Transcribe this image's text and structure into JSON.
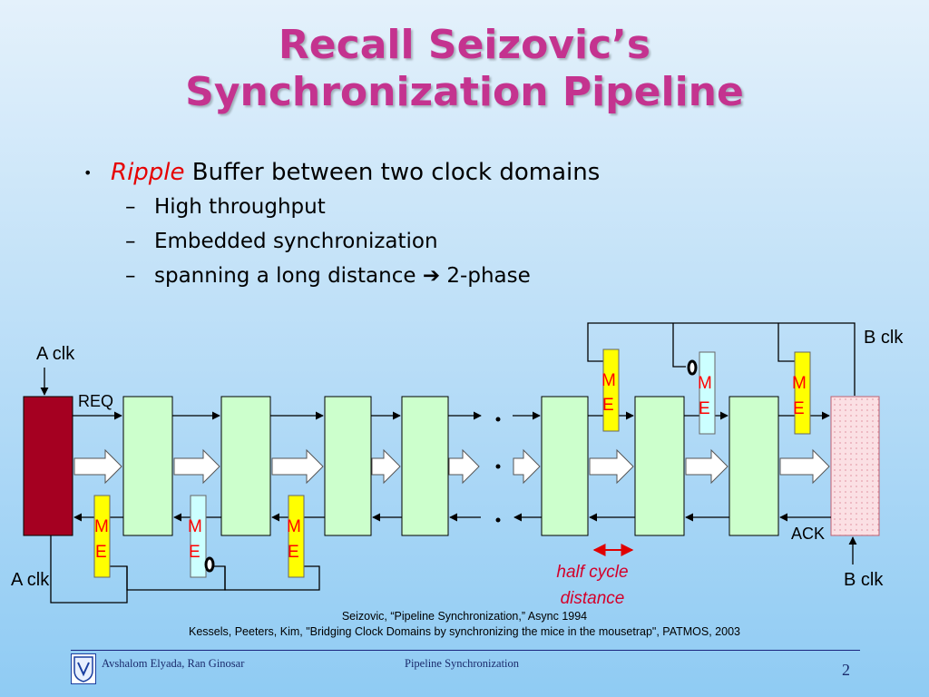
{
  "title_line1": "Recall Seizovic’s",
  "title_line2": "Synchronization Pipeline",
  "bullet": {
    "marker": "•",
    "italic": "Ripple",
    "rest": " Buffer between two clock domains"
  },
  "subbullets": [
    "High throughput",
    "Embedded synchronization",
    "spanning a long distance ➔ 2-phase"
  ],
  "sub_marker": "–",
  "diagram": {
    "a_clk_top": "A clk",
    "req": "REQ",
    "b_clk_top": "B clk",
    "ack": "ACK",
    "a_clk_bottom": "A clk",
    "b_clk_bottom": "B clk",
    "me_top_line": "M",
    "me_bottom_line": "E",
    "half_cycle_1": "half cycle",
    "half_cycle_2": "distance",
    "colors": {
      "sender": "#a50021",
      "receiver": "#fbe0e4",
      "stage": "#ccffcc",
      "mutex": "#ffff00",
      "mutex_alt": "#ccffff"
    }
  },
  "refs": {
    "line1": "Seizovic, “Pipeline Synchronization,” Async 1994",
    "line2": "Kessels, Peeters, Kim, \"Bridging Clock Domains by synchronizing the mice in the mousetrap\", PATMOS, 2003"
  },
  "footer": {
    "authors": "Avshalom Elyada, Ran Ginosar",
    "title": "Pipeline Synchronization",
    "page": "2",
    "logo": "technion-logo"
  }
}
